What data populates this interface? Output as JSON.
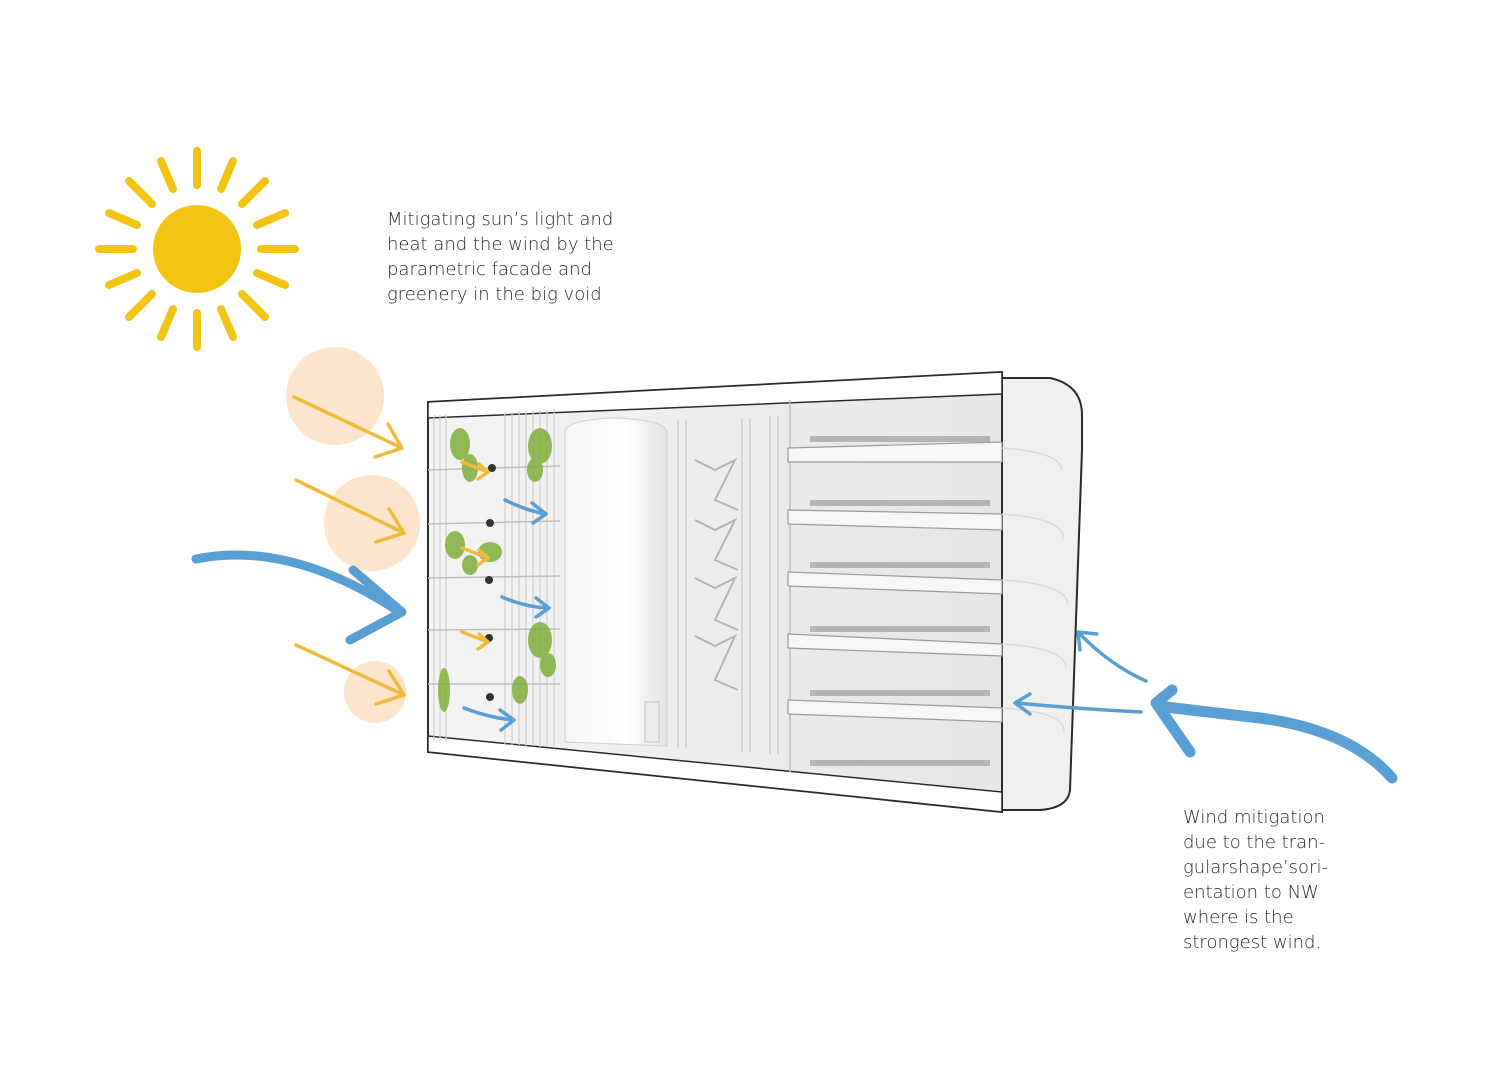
{
  "annotations": {
    "sun": {
      "lines": [
        "Mitigating sun’s light and",
        "heat  and the wind by the",
        "parametric facade and",
        "greenery in the  big void"
      ]
    },
    "wind": {
      "lines": [
        "Wind mitigation",
        "due to the tran-",
        "gularshape’sori-",
        "entation to NW",
        "where is the",
        "strongest wind."
      ]
    }
  },
  "icons": {
    "sun": "sun-icon",
    "sun_rays": "sun-ray-arrow-icon",
    "wind": "wind-arrow-icon",
    "building": "building-section-icon"
  },
  "colors": {
    "sun": "#f2c413",
    "sun_arrow": "#f0bb3a",
    "wind": "#5a9fd4",
    "heat_glow": "#fde3c8",
    "outline": "#2b2b2b",
    "greenery": "#7fae3a"
  }
}
